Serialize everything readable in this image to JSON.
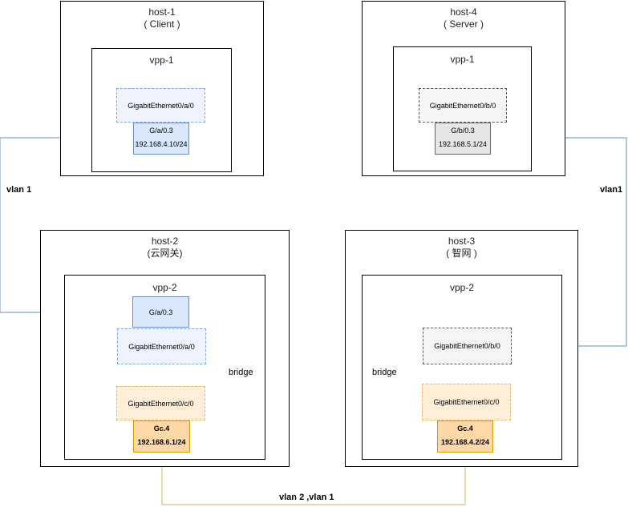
{
  "hosts": {
    "h1": {
      "name": "host-1",
      "role": "( Client )",
      "vpp": "vpp-1",
      "eth": "GigabitEthernet0/a/0",
      "sub": "G/a/0.3",
      "ip": "192.168.4.10/24"
    },
    "h4": {
      "name": "host-4",
      "role": "( Server )",
      "vpp": "vpp-1",
      "eth": "GigabitEthernet0/b/0",
      "sub": "G/b/0.3",
      "ip": "192.168.5.1/24"
    },
    "h2": {
      "name": "host-2",
      "role": "(云网关)",
      "vpp": "vpp-2",
      "sub": "G/a/0.3",
      "eth": "GigabitEthernet0/a/0",
      "eth2": "GigabitEthernet0/c/0",
      "sub2": "Gc.4",
      "ip2": "192.168.6.1/24",
      "bridge": "bridge"
    },
    "h3": {
      "name": "host-3",
      "role": "( 智网 )",
      "vpp": "vpp-2",
      "eth": "GigabitEthernet0/b/0",
      "eth2": "GigabitEthernet0/c/0",
      "sub2": "Gc.4",
      "ip2": "192.168.4.2/24",
      "bridge": "bridge"
    }
  },
  "links": {
    "left": "vlan 1",
    "right": "vlan1",
    "bottom": "vlan 2 ,vlan 1"
  },
  "colors": {
    "blue_link": "#6c8ebf",
    "orange_link": "#d6b656"
  }
}
